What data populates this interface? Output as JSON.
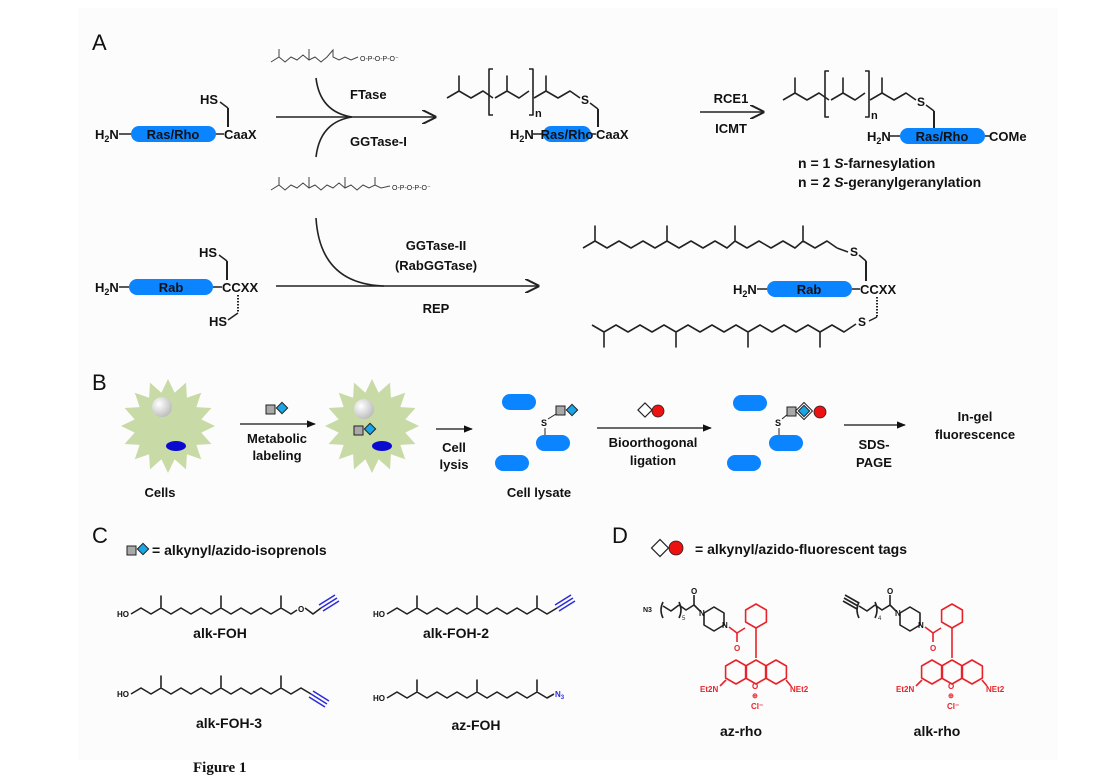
{
  "colors": {
    "protein_blue": "#0a84ff",
    "cell_green": "#c8daa6",
    "nucleus_blue": "#0a0ad0",
    "label_red": "#e8232a",
    "alkyne_blue": "#2b2bdc",
    "probe_square_gray": "#a9a9a9",
    "probe_diamond_cyan": "#1aa6e6"
  },
  "panelA": {
    "label": "A",
    "substrate_rasrho": {
      "n_terminus": "H2N",
      "protein": "Ras/Rho",
      "motif": "CaaX",
      "thiol": "HS"
    },
    "enzymes_top": {
      "above": "FTase",
      "below": "GGTase-I"
    },
    "diphosphate": "O-P-O-P-O⁻",
    "product1": {
      "n_label": "n",
      "protein": "Ras/Rho",
      "motif": "CaaX",
      "n_terminus": "H2N",
      "sulfur": "S"
    },
    "enzymes_processing": {
      "above": "RCE1",
      "below": "ICMT"
    },
    "product2": {
      "n_label": "n",
      "protein": "Ras/Rho",
      "motif": "COMe",
      "n_terminus": "H2N",
      "sulfur": "S"
    },
    "legend": [
      "n = 1 S-farnesylation",
      "n = 2 S-geranylgeranylation"
    ],
    "substrate_rab": {
      "n_terminus": "H2N",
      "protein": "Rab",
      "motif": "CCXX",
      "thiol_top": "HS",
      "thiol_bottom": "HS"
    },
    "enzymes_rab": {
      "above_line1": "GGTase-II",
      "above_line2": "(RabGGTase)",
      "below": "REP"
    },
    "product_rab": {
      "n_terminus": "H2N",
      "protein": "Rab",
      "motif": "CCXX",
      "sulfur_top": "S",
      "sulfur_bottom": "S"
    }
  },
  "panelB": {
    "label": "B",
    "steps": [
      {
        "name": "cells",
        "caption": "Cells"
      },
      {
        "name": "metabolic-labeling",
        "arrow_label": [
          "Metabolic",
          "labeling"
        ]
      },
      {
        "name": "cell-lysis",
        "arrow_label": [
          "Cell",
          "lysis"
        ]
      },
      {
        "name": "cell-lysate",
        "caption": "Cell lysate"
      },
      {
        "name": "bioorthogonal-ligation",
        "arrow_label": [
          "Bioorthogonal",
          "ligation"
        ]
      },
      {
        "name": "sds-page",
        "arrow_label": [
          "SDS-",
          "PAGE"
        ]
      },
      {
        "name": "in-gel-fluorescence",
        "caption": [
          "In-gel",
          "fluorescence"
        ]
      }
    ],
    "sulfur": "S"
  },
  "panelC": {
    "label": "C",
    "legend": "= alkynyl/azido-isoprenols",
    "compounds": [
      {
        "name": "alk-FOH",
        "head": "HO",
        "tail_atom": "O"
      },
      {
        "name": "alk-FOH-2",
        "head": "HO"
      },
      {
        "name": "alk-FOH-3",
        "head": "HO"
      },
      {
        "name": "az-FOH",
        "head": "HO",
        "tail_group": "N3"
      }
    ]
  },
  "panelD": {
    "label": "D",
    "legend": "= alkynyl/azido-fluorescent tags",
    "compounds": [
      {
        "name": "az-rho",
        "tail_group": "N3",
        "repeat": "5",
        "amine_left": "Et2N",
        "amine_right": "NEt2",
        "counterion": "Cl⁻",
        "carbonyl": "O",
        "ring_o": "O"
      },
      {
        "name": "alk-rho",
        "repeat": "4",
        "amine_left": "Et2N",
        "amine_right": "NEt2",
        "counterion": "Cl⁻",
        "carbonyl": "O",
        "ring_o": "O"
      }
    ]
  },
  "caption": "Figure 1"
}
